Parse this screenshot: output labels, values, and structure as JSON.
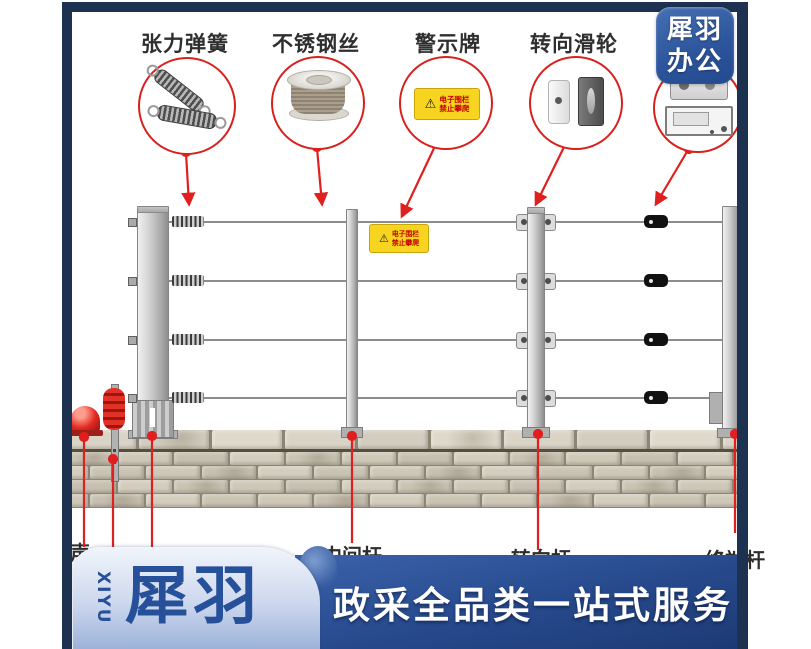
{
  "colors": {
    "frame_navy": "#1d3150",
    "accent_red": "#e01f1f",
    "banner_dark_blue": "#27498c",
    "banner_light_ribbon": "#cdd8ee",
    "badge_blue": "#2c549c",
    "sign_yellow": "#f6d41f",
    "sign_text_red": "#c30000"
  },
  "legend": {
    "items": [
      {
        "label": "张力弹簧",
        "icon": "tension-spring"
      },
      {
        "label": "不锈钢丝",
        "icon": "wire-spool"
      },
      {
        "label": "警示牌",
        "icon": "warning-sign"
      },
      {
        "label": "转向滑轮",
        "icon": "corner-pulley"
      },
      {
        "label": "",
        "icon": "fence-controller"
      }
    ]
  },
  "warning_sign": {
    "line1": "电子围栏",
    "line2": "禁止攀爬",
    "triangle": "⚠"
  },
  "logo_badge": {
    "line1": "犀羽",
    "line2": "办公"
  },
  "bottom_labels": {
    "alarm": "声",
    "middle_pole": "中间杆",
    "corner_pole": "转向杆",
    "end_pole": "终端杆"
  },
  "banner": {
    "latin": "XIYU",
    "brand": "犀羽",
    "slogan": "政采全品类一站式服务"
  }
}
